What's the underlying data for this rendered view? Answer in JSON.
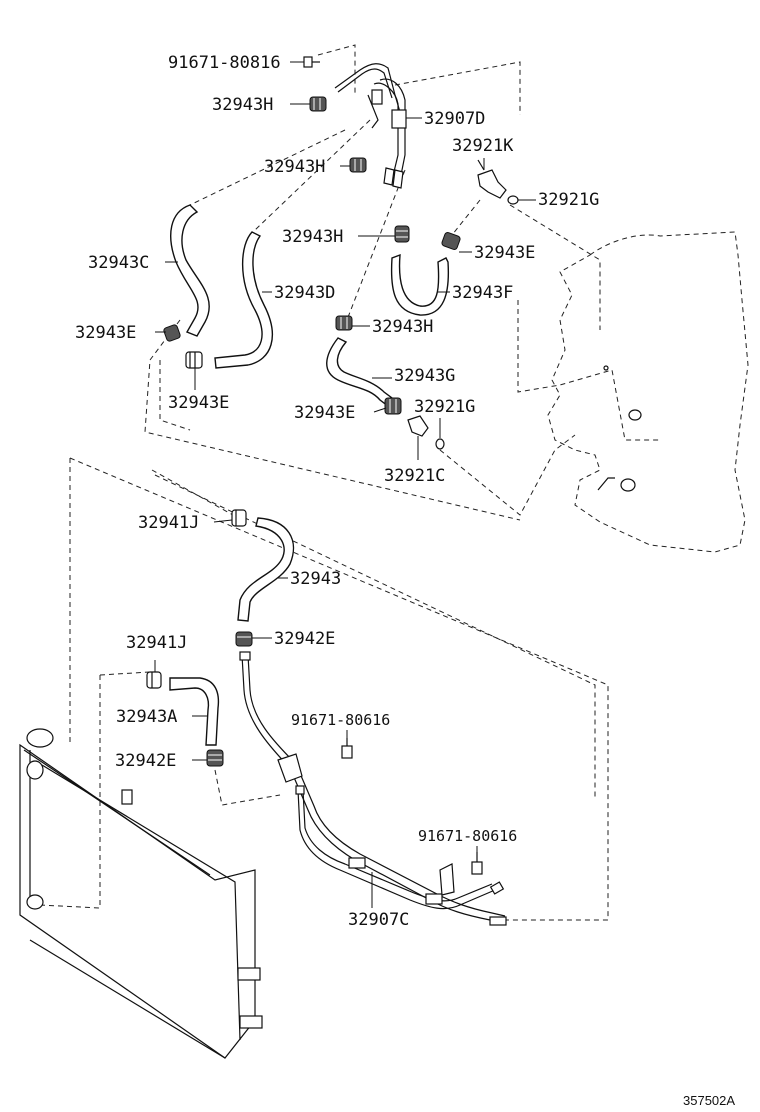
{
  "diagram": {
    "code": "357502A",
    "labels": {
      "l01": "91671-80816",
      "l02": "32943H",
      "l03": "32907D",
      "l04": "32921K",
      "l05": "32943H",
      "l06": "32921G",
      "l07": "32943C",
      "l08": "32943H",
      "l09": "32943E",
      "l10": "32943D",
      "l11": "32943F",
      "l12": "32943E",
      "l13": "32943H",
      "l14": "32943E",
      "l15": "32943G",
      "l16": "32943E",
      "l17": "32921G",
      "l18": "32921C",
      "l19": "32941J",
      "l20": "32943",
      "l21": "32941J",
      "l22": "32942E",
      "l23": "32943A",
      "l24": "91671-80616",
      "l25": "32942E",
      "l26": "91671-80616",
      "l27": "32907C"
    }
  }
}
